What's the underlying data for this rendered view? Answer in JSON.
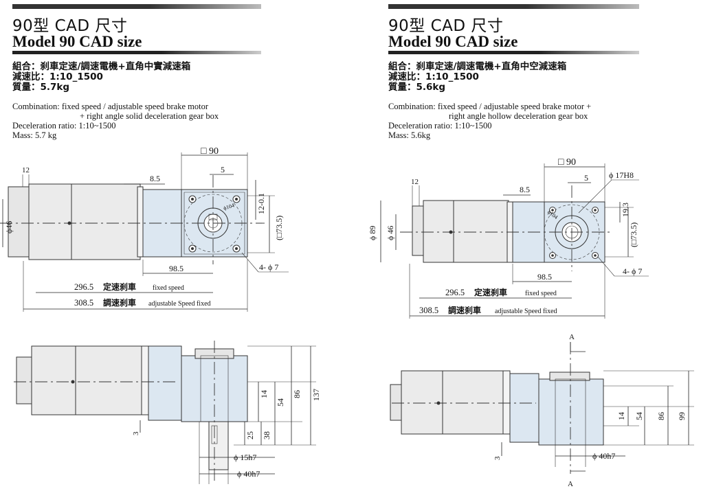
{
  "colors": {
    "motor_body": "#ebebeb",
    "gearbox_body": "#dce7f1",
    "line": "#333333"
  },
  "panels": [
    {
      "title_cn": "90型 CAD 尺寸",
      "title_en": "Model 90  CAD size",
      "spec_cn": [
        "組合：刹車定速/調速電機+直角中實減速箱",
        "減速比：1:10_1500",
        "質量：5.7kg"
      ],
      "spec_en": {
        "combination_1": "Combination: fixed speed / adjustable speed brake motor",
        "combination_2": "+ right angle solid deceleration gear box",
        "ratio": "Deceleration ratio: 1:10~1500",
        "mass": "Mass: 5.7 kg"
      },
      "dims": {
        "square": "□ 90",
        "d5": "5",
        "d8_5": "8.5",
        "d12": "12",
        "d12_01": "12-0.1",
        "phi104": "ϕ104",
        "phi46": "ϕ46",
        "sq73": "(□73.5)",
        "bolt": "4- ϕ 7",
        "d98_5": "98.5",
        "len_fixed_value": "296.5",
        "len_fixed_cn": "定速刹車",
        "len_fixed_en": "fixed speed",
        "len_adj_value": "308.5",
        "len_adj_cn": "調速刹車",
        "len_adj_en": "adjustable Speed fixed",
        "d14": "14",
        "d54": "54",
        "d86": "86",
        "d137": "137",
        "d25": "25",
        "d38": "38",
        "d3": "3",
        "shaft15": "ϕ 15h7",
        "shaft40": "ϕ 40h7"
      }
    },
    {
      "title_cn": "90型 CAD 尺寸",
      "title_en": "Model 90  CAD size",
      "spec_cn": [
        "組合：刹車定速/調速電機+直角中空減速箱",
        "減速比：1:10_1500",
        "質量：5.6kg"
      ],
      "spec_en": {
        "combination_1": "Combination: fixed speed / adjustable speed brake motor +",
        "combination_2": "right angle hollow deceleration gear box",
        "ratio": "Deceleration ratio: 1:10~1500",
        "mass": "Mass: 5.6kg"
      },
      "dims": {
        "square": "□ 90",
        "d5": "5",
        "d8_5": "8.5",
        "d12": "12",
        "phi17": "ϕ 17H8",
        "d19_3": "19.3",
        "phi104": "ϕ104",
        "phi89": "ϕ 89",
        "phi46": "ϕ 46",
        "sq73": "(□73.5)",
        "bolt": "4- ϕ 7",
        "d98_5": "98.5",
        "len_fixed_value": "296.5",
        "len_fixed_cn": "定速刹車",
        "len_fixed_en": "fixed speed",
        "len_adj_value": "308.5",
        "len_adj_cn": "調速刹車",
        "len_adj_en": "adjustable Speed fixed",
        "section_a": "A",
        "section_a2": "A",
        "d14": "14",
        "d54": "54",
        "d86": "86",
        "d99": "99",
        "d3": "3",
        "shaft40": "ϕ 40h7"
      }
    }
  ]
}
